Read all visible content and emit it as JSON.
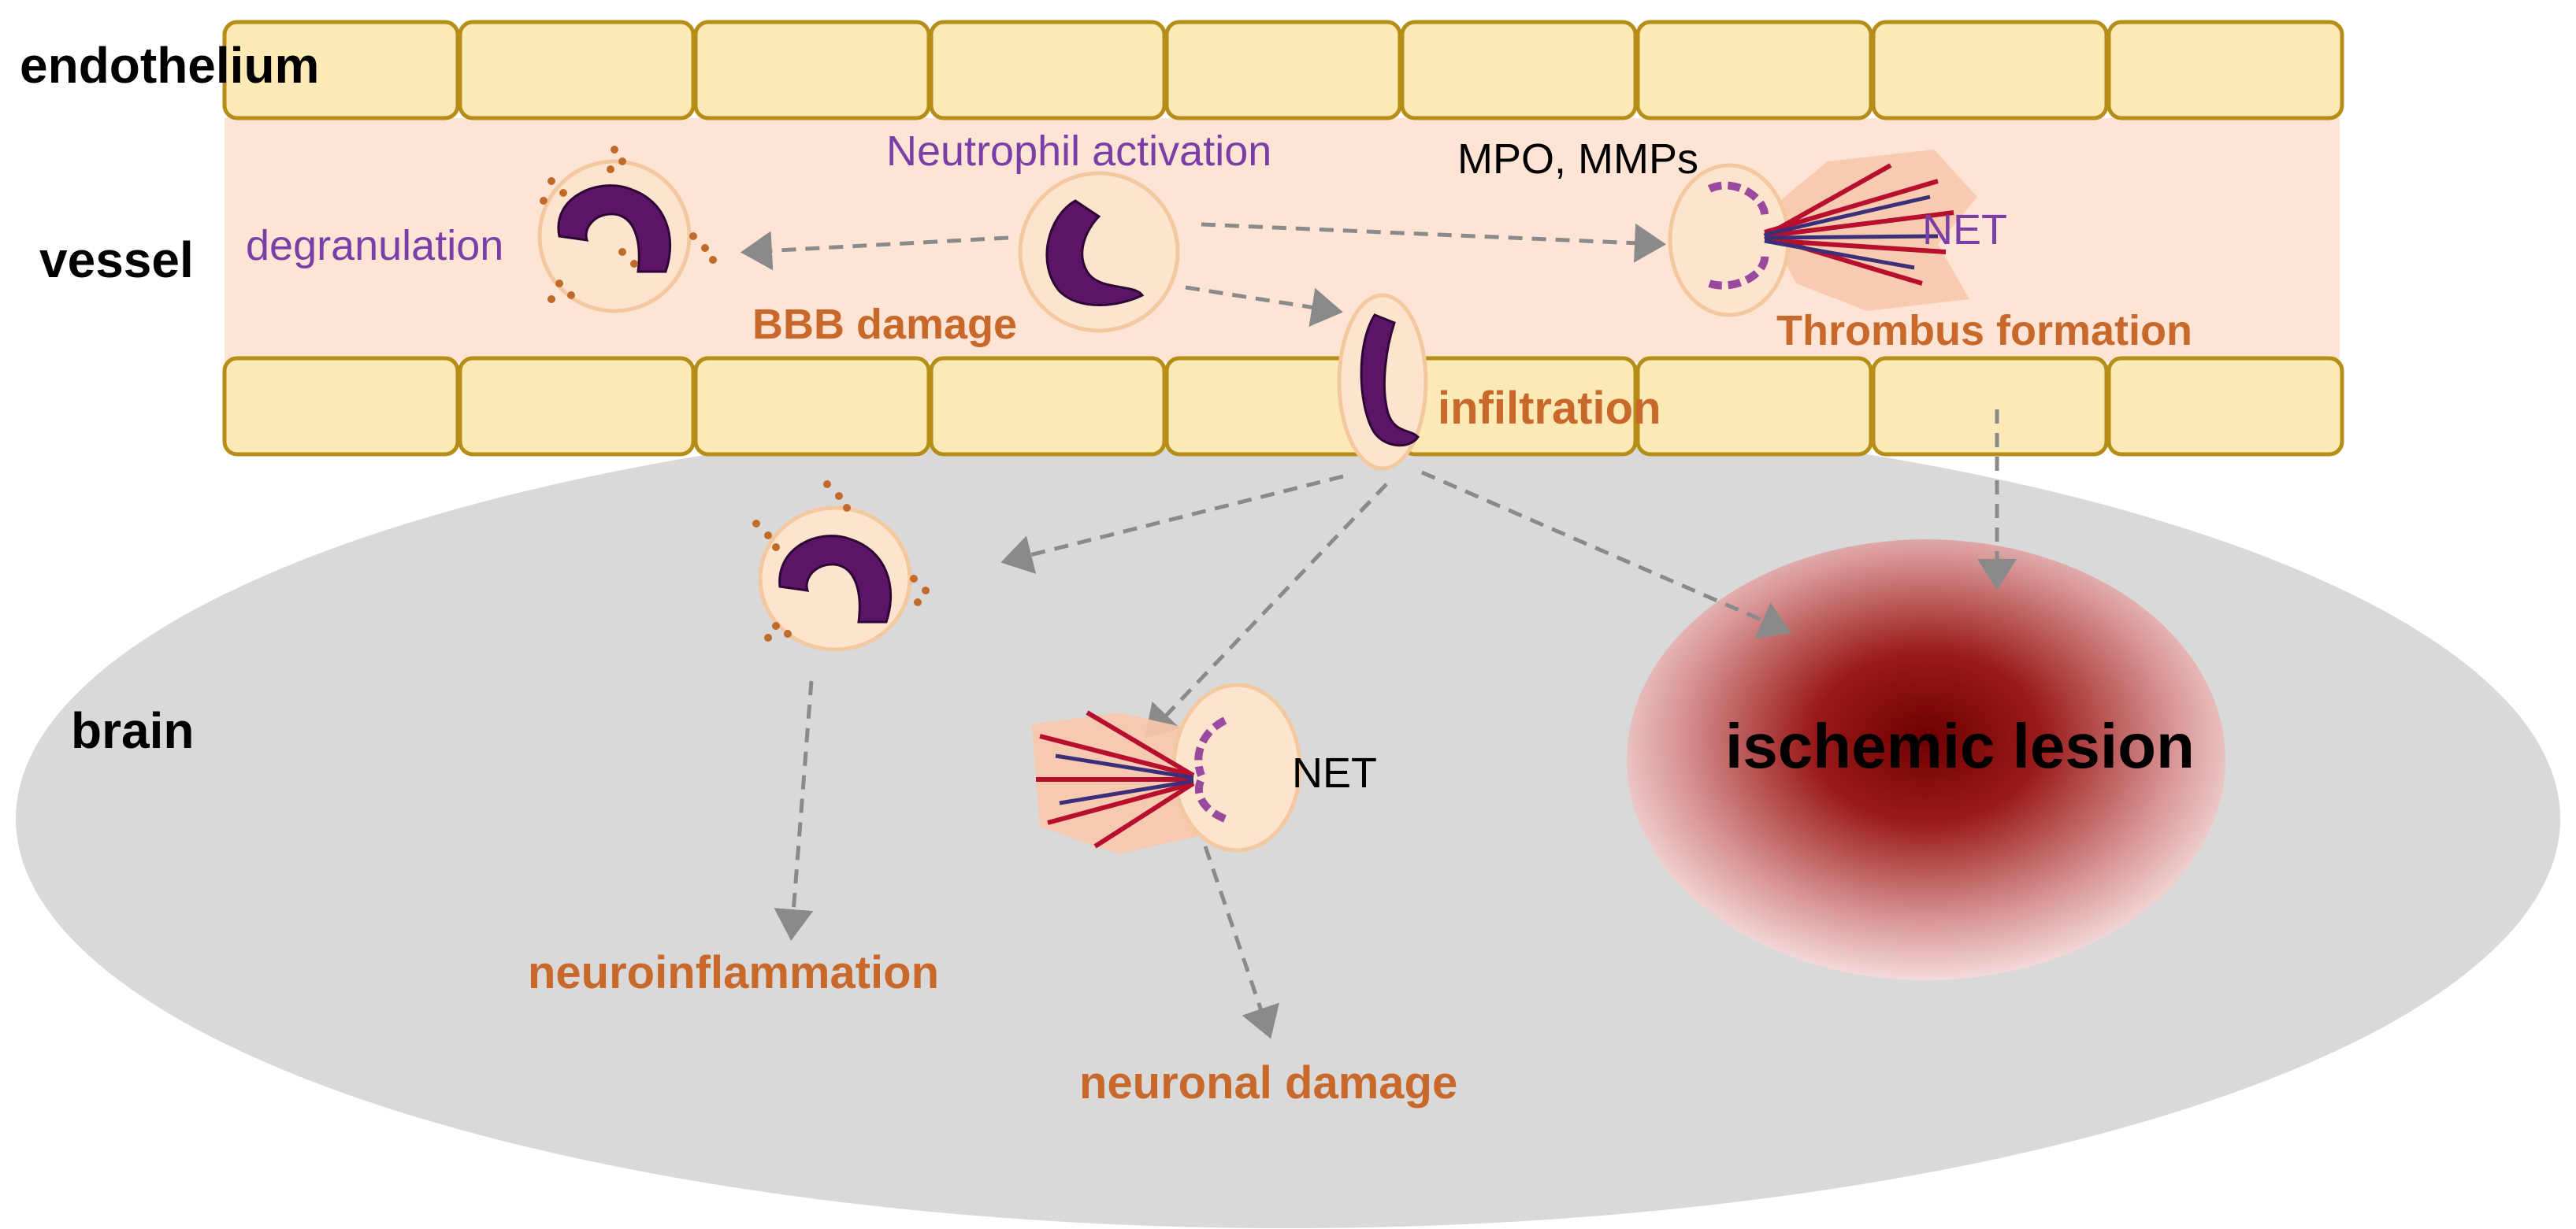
{
  "labels": {
    "endothelium": "endothelium",
    "vessel": "vessel",
    "brain": "brain",
    "neutrophil_activation": "Neutrophil activation",
    "degranulation": "degranulation",
    "mpo_mmps": "MPO, MMPs",
    "net_vessel": "NET",
    "bbb_damage": "BBB damage",
    "thrombus_formation": "Thrombus formation",
    "infiltration": "infiltration",
    "neuroinflammation": "neuroinflammation",
    "net_brain": "NET",
    "neuronal_damage": "neuronal damage",
    "ischemic_lesion": "ischemic lesion"
  },
  "colors": {
    "endothelial_fill": "#fbe9b6",
    "endothelial_stroke": "#b68d16",
    "vessel_fill": "#fde4d5",
    "brain_fill": "#d9d9d9",
    "nucleus": "#5b1466",
    "orange_text": "#c8682b",
    "purple_text": "#7a3fa6",
    "lesion_core": "#7a0000",
    "arrow": "#8a8a8a"
  }
}
